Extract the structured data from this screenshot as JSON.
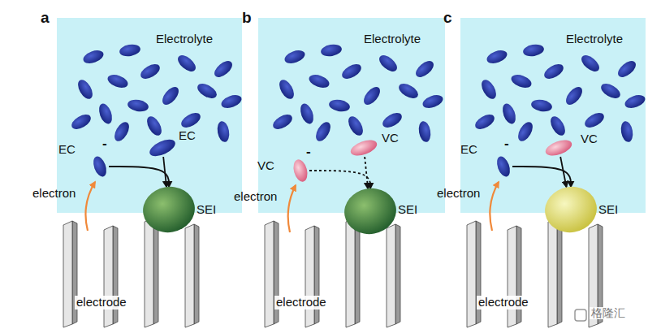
{
  "diagram": {
    "nodes": [
      {
        "text": [
          "EC",
          "-"
        ]
      },
      {
        "text": [
          "EC"
        ]
      },
      {
        "text": [
          "SEI"
        ]
      },
      {
        "text": [
          "VC",
          "-"
        ]
      },
      {
        "text": [
          "VC"
        ]
      },
      {
        "text": [
          "SEI"
        ]
      },
      {
        "text": [
          "EC",
          "-"
        ]
      },
      {
        "text": [
          "VC"
        ]
      },
      {
        "text": [
          "SEI"
        ]
      }
    ],
    "edges": [
      {
        "from": 0,
        "to": 2,
        "arrow": "to"
      },
      {
        "from": 1,
        "to": 2,
        "arrow": "to"
      },
      {
        "from": 3,
        "to": 5,
        "arrow": "to"
      },
      {
        "from": 4,
        "to": 5,
        "arrow": "to"
      },
      {
        "from": 6,
        "to": 8,
        "arrow": "to"
      },
      {
        "from": 7,
        "to": 8,
        "arrow": "to"
      }
    ],
    "labels": [
      "a",
      "Electrolyte",
      "electron",
      "electrode",
      "b",
      "Electrolyte",
      "electron",
      "electrode",
      "c",
      "Electrolyte",
      "electron",
      "electrode",
      "格隆汇"
    ]
  }
}
